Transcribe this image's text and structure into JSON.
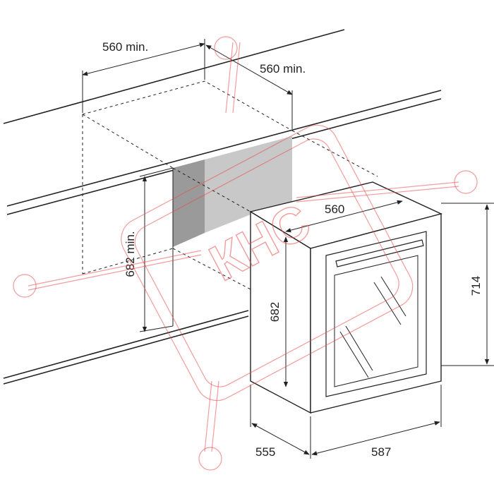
{
  "diagram": {
    "dimensions": {
      "niche_width": "560 min.",
      "niche_depth": "560 min.",
      "niche_height": "682 min.",
      "appliance_top_width": "560",
      "appliance_side_height": "682",
      "appliance_total_height": "714",
      "appliance_depth": "555",
      "appliance_front_width": "587"
    },
    "watermark": {
      "text": "КНС"
    },
    "colors": {
      "line": "#222222",
      "shade_dark": "#9a9a9a",
      "shade_light": "#c8c8c8",
      "watermark": "#e74b4b"
    }
  }
}
